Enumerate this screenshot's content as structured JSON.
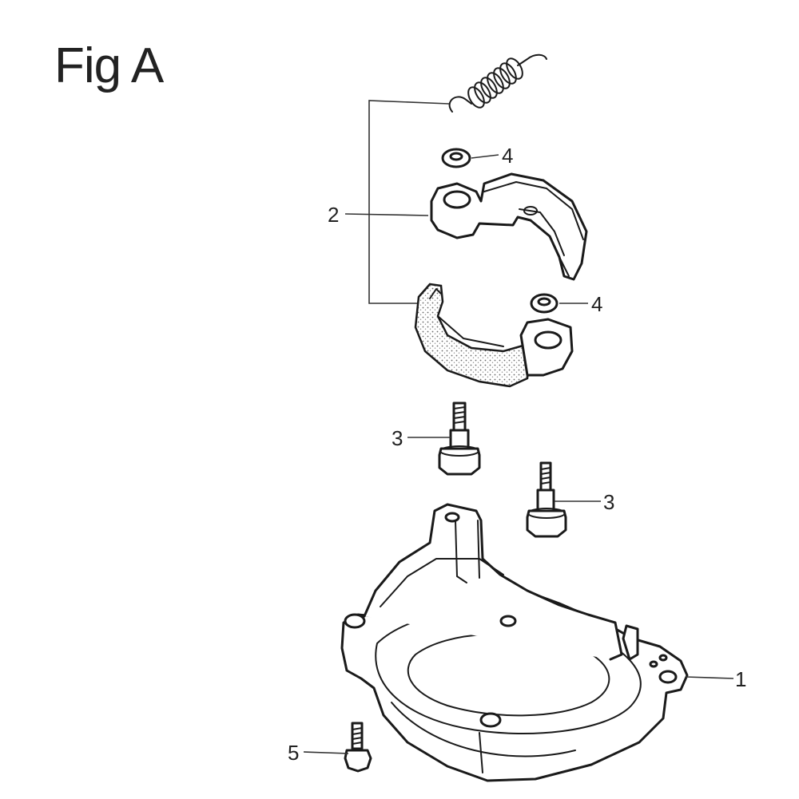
{
  "figure": {
    "title": "Fig A"
  },
  "callouts": [
    {
      "id": "callout-1",
      "label": "1"
    },
    {
      "id": "callout-2",
      "label": "2"
    },
    {
      "id": "callout-3a",
      "label": "3"
    },
    {
      "id": "callout-3b",
      "label": "3"
    },
    {
      "id": "callout-4a",
      "label": "4"
    },
    {
      "id": "callout-4b",
      "label": "4"
    },
    {
      "id": "callout-5",
      "label": "5"
    }
  ]
}
